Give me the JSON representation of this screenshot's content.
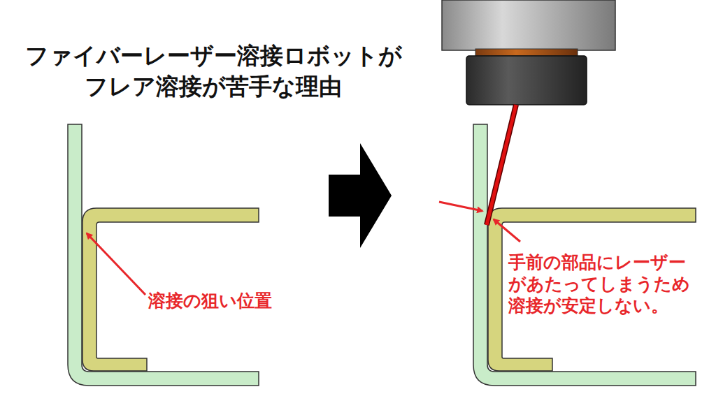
{
  "diagram": {
    "title": "ファイバーレーザー溶接ロボットが フレア溶接が苦手な理由",
    "labels": [
      "溶接の狙い位置",
      "手前の部品にレーザー があたってしまうため 溶接が安定しない。"
    ]
  }
}
